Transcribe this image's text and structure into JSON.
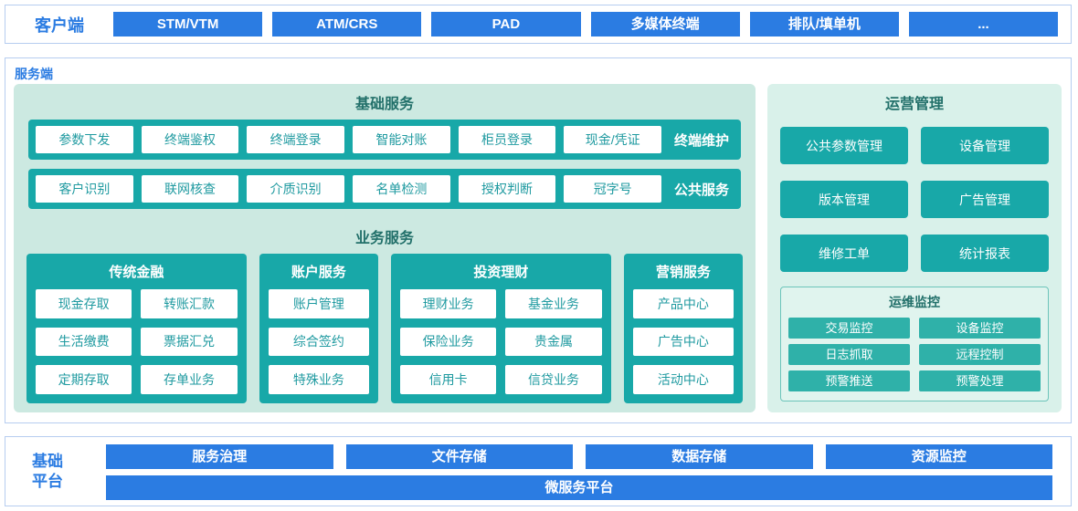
{
  "colors": {
    "blue": "#2b7ce2",
    "teal": "#18a8a8",
    "teal_light": "#2fb1a9",
    "mint_panel_left": "#cce9e1",
    "mint_panel_right": "#d9f1ea",
    "cell_text": "#1f9aa0",
    "title_text": "#22706a",
    "border": "#b6cdf0"
  },
  "client": {
    "label": "客户端",
    "terminals": [
      "STM/VTM",
      "ATM/CRS",
      "PAD",
      "多媒体终端",
      "排队/填单机",
      "..."
    ]
  },
  "server": {
    "label": "服务端",
    "basic_services": {
      "title": "基础服务",
      "rows": [
        {
          "cells": [
            "参数下发",
            "终端鉴权",
            "终端登录",
            "智能对账",
            "柜员登录",
            "现金/凭证"
          ],
          "tag": "终端维护"
        },
        {
          "cells": [
            "客户识别",
            "联网核查",
            "介质识别",
            "名单检测",
            "授权判断",
            "冠字号"
          ],
          "tag": "公共服务"
        }
      ]
    },
    "business_services": {
      "title": "业务服务",
      "groups": [
        {
          "title": "传统金融",
          "cols": 2,
          "cells": [
            "现金存取",
            "转账汇款",
            "生活缴费",
            "票据汇兑",
            "定期存取",
            "存单业务"
          ]
        },
        {
          "title": "账户服务",
          "cols": 1,
          "cells": [
            "账户管理",
            "综合签约",
            "特殊业务"
          ]
        },
        {
          "title": "投资理财",
          "cols": 2,
          "cells": [
            "理财业务",
            "基金业务",
            "保险业务",
            "贵金属",
            "信用卡",
            "信贷业务"
          ]
        },
        {
          "title": "营销服务",
          "cols": 1,
          "cells": [
            "产品中心",
            "广告中心",
            "活动中心"
          ]
        }
      ]
    },
    "operations": {
      "title": "运营管理",
      "buttons": [
        "公共参数管理",
        "设备管理",
        "版本管理",
        "广告管理",
        "维修工单",
        "统计报表"
      ],
      "monitoring": {
        "title": "运维监控",
        "buttons": [
          "交易监控",
          "设备监控",
          "日志抓取",
          "远程控制",
          "预警推送",
          "预警处理"
        ]
      }
    }
  },
  "platform": {
    "label": "基础平台",
    "items": [
      "服务治理",
      "文件存储",
      "数据存储",
      "资源监控"
    ],
    "bar": "微服务平台"
  }
}
